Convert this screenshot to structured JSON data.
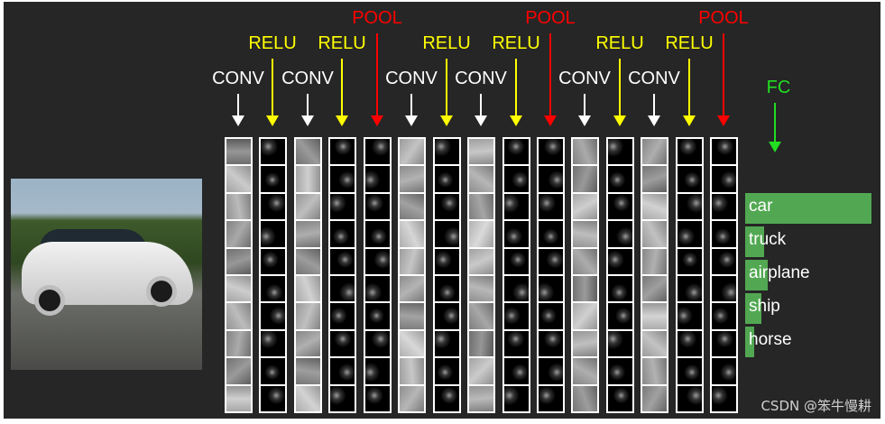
{
  "colors": {
    "background": "#262626",
    "conv": "#ffffff",
    "relu": "#ffff00",
    "pool": "#ff0000",
    "fc": "#22dd22",
    "bar": "#52a852"
  },
  "layers": [
    {
      "label": "CONV",
      "kind": "conv"
    },
    {
      "label": "RELU",
      "kind": "relu"
    },
    {
      "label": "CONV",
      "kind": "conv"
    },
    {
      "label": "RELU",
      "kind": "relu"
    },
    {
      "label": "POOL",
      "kind": "pool"
    },
    {
      "label": "CONV",
      "kind": "conv"
    },
    {
      "label": "RELU",
      "kind": "relu"
    },
    {
      "label": "CONV",
      "kind": "conv"
    },
    {
      "label": "RELU",
      "kind": "relu"
    },
    {
      "label": "POOL",
      "kind": "pool"
    },
    {
      "label": "CONV",
      "kind": "conv"
    },
    {
      "label": "RELU",
      "kind": "relu"
    },
    {
      "label": "CONV",
      "kind": "conv"
    },
    {
      "label": "RELU",
      "kind": "relu"
    },
    {
      "label": "POOL",
      "kind": "pool"
    }
  ],
  "fc_label": "FC",
  "classes": [
    {
      "name": "car",
      "score": 1.0
    },
    {
      "name": "truck",
      "score": 0.15
    },
    {
      "name": "airplane",
      "score": 0.18
    },
    {
      "name": "ship",
      "score": 0.13
    },
    {
      "name": "horse",
      "score": 0.07
    }
  ],
  "watermark": "CSDN @笨牛慢耕"
}
